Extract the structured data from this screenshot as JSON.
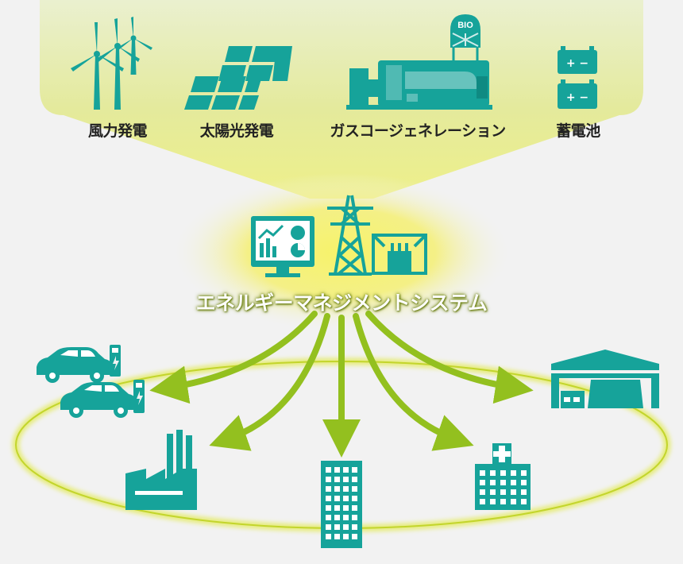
{
  "sources": [
    {
      "label": "風力発電",
      "icon": "wind-turbine-icon"
    },
    {
      "label": "太陽光発電",
      "icon": "solar-panel-icon"
    },
    {
      "label": "ガスコージェネレーション",
      "icon": "gas-cogeneration-icon"
    },
    {
      "label": "蓄電池",
      "icon": "storage-battery-icon"
    }
  ],
  "bio_label": "BIO",
  "battery_symbol": "+ −",
  "ems": {
    "title": "エネルギーマネジメントシステム"
  },
  "consumers": [
    {
      "icon": "ev-charging-icon"
    },
    {
      "icon": "factory-icon"
    },
    {
      "icon": "office-building-icon"
    },
    {
      "icon": "hospital-icon"
    },
    {
      "icon": "warehouse-icon"
    }
  ],
  "colors": {
    "teal": "#16a39a",
    "arrow_green": "#93c01f",
    "glow_yellow": "#f2ef6a",
    "background": "#f2f2f2"
  }
}
